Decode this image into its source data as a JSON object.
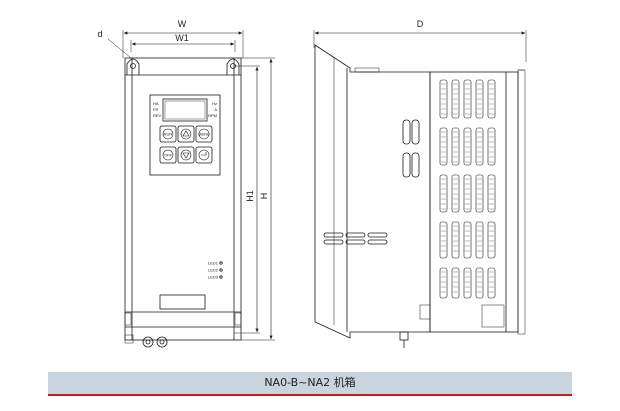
{
  "dimensions": {
    "w": "W",
    "w1": "W1",
    "d_hole": "d",
    "depth": "D",
    "h1": "H1",
    "h": "H"
  },
  "keypad": {
    "left_labels": [
      "HA",
      "FR",
      "REV"
    ],
    "right_labels": [
      "Hz",
      "A",
      "RPM"
    ],
    "button_icons": [
      "run-fwd-icon",
      "up-arrow-icon",
      "menu-icon",
      "off-icon",
      "down-arrow-icon",
      "enter-icon"
    ],
    "button_texts": [
      "RUN",
      "",
      "MENU",
      "OFF",
      "",
      ""
    ]
  },
  "leds": [
    "LED1",
    "LED2",
    "LED3"
  ],
  "caption": {
    "text": "NA0-B~NA2 机箱"
  },
  "colors": {
    "line": "#1a1a1a",
    "caption_bg": "#c8d4de",
    "caption_accent": "#d4181f"
  }
}
